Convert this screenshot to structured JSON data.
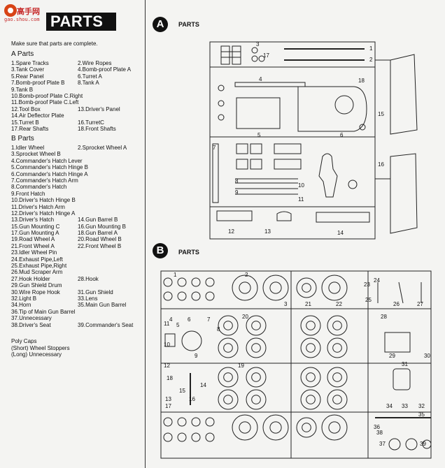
{
  "watermark": {
    "text": "高手网",
    "sub": "gao.shou.com"
  },
  "header": {
    "title": "PARTS"
  },
  "intro": "Make sure that parts are complete.",
  "a_parts": {
    "heading": "A Parts",
    "rows": [
      [
        "1.Spare Tracks",
        "2.Wire Ropes"
      ],
      [
        "3.Tank Cover",
        "4.Bomb-proof Plate A"
      ],
      [
        "5.Rear Panel",
        "6.Turret A"
      ],
      [
        "7.Bomb-proof Plate B",
        "8.Tank A"
      ],
      [
        "9.Tank B",
        ""
      ],
      [
        "10.Bomb-proof Plate C.Right",
        ""
      ],
      [
        "11.Bomb-proof Plate C.Left",
        ""
      ],
      [
        "12.Tool Box",
        "13.Driver's Panel"
      ],
      [
        "14.Air Deflector Plate",
        ""
      ],
      [
        "15.Turret B",
        "16.TurretC"
      ],
      [
        "17.Rear Shafts",
        "18.Front Shafts"
      ]
    ]
  },
  "b_parts": {
    "heading": "B Parts",
    "rows": [
      [
        "1.Idler Wheel",
        "2.Sprocket Wheel A"
      ],
      [
        "3.Sprocket Wheel B",
        ""
      ],
      [
        "4.Commander's Hatch Lever",
        ""
      ],
      [
        "5.Commander's Hatch Hinge B",
        ""
      ],
      [
        "6.Commander's Hatch Hinge A",
        ""
      ],
      [
        "7.Commander's Hatch Arm",
        ""
      ],
      [
        "8.Commander's Hatch",
        ""
      ],
      [
        "9.Front Hatch",
        ""
      ],
      [
        "10.Driver's Hatch Hinge B",
        ""
      ],
      [
        "11.Driver's Hatch Arm",
        ""
      ],
      [
        "12.Driver's Hatch Hinge A",
        ""
      ],
      [
        "13.Driver's Hatch",
        "14.Gun Barrel B"
      ],
      [
        "15.Gun Mounting C",
        "16.Gun Mounting B"
      ],
      [
        "17.Gun Mounting A",
        "18.Gun Barrel A"
      ],
      [
        "19.Road Wheel A",
        "20.Road Wheel B"
      ],
      [
        "21.Front Wheel A",
        "22.Front Wheel B"
      ],
      [
        "23.Idler Wheel Pin",
        ""
      ],
      [
        "24.Exhaust Pipe,Left",
        ""
      ],
      [
        "25.Exhaust Pipe,Right",
        ""
      ],
      [
        "26.Mud Scraper Arm",
        ""
      ],
      [
        "27.Hook Holder",
        "28.Hook"
      ],
      [
        "29.Gun Shield Drum",
        ""
      ],
      [
        "30.Wire Rope Hook",
        "31.Gun Shield"
      ],
      [
        "32.Light B",
        "33.Lens"
      ],
      [
        "34.Horn",
        "35.Main Gun Barrel"
      ],
      [
        "36.Tip of Main Gun Barrel",
        ""
      ],
      [
        "37.Unnecessary",
        ""
      ],
      [
        "38.Driver's Seat",
        "39.Commander's Seat"
      ]
    ]
  },
  "polycaps": {
    "lines": [
      "Poly Caps",
      "(Short) Wheel Stoppers",
      "(Long) Unnecessary"
    ]
  },
  "sprue_a": {
    "badge": "A",
    "label": "PARTS",
    "numbers": [
      "1",
      "2",
      "3",
      "4",
      "5",
      "6",
      "7",
      "8",
      "9",
      "10",
      "11",
      "12",
      "13",
      "14",
      "15",
      "16",
      "17",
      "18"
    ]
  },
  "sprue_b": {
    "badge": "B",
    "label": "PARTS",
    "numbers": [
      "1",
      "2",
      "3",
      "4",
      "5",
      "6",
      "7",
      "8",
      "9",
      "10",
      "11",
      "12",
      "13",
      "14",
      "15",
      "16",
      "17",
      "18",
      "19",
      "20",
      "21",
      "22",
      "23",
      "24",
      "25",
      "26",
      "27",
      "28",
      "29",
      "30",
      "31",
      "32",
      "33",
      "34",
      "35",
      "36",
      "37",
      "38",
      "39"
    ]
  }
}
